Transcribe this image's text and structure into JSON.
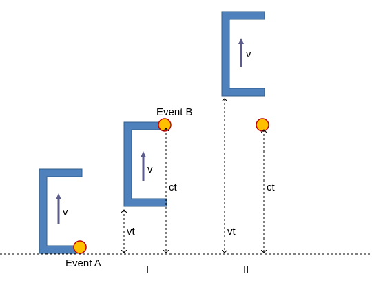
{
  "labels": {
    "event_a": "Event A",
    "event_b": "Event B",
    "velocity": "v",
    "light_distance": "ct",
    "frame_distance": "vt",
    "case_one": "I",
    "case_two": "II"
  },
  "colors": {
    "bracket_fill": "#4f81bd",
    "bracket_stroke": "#2f5d8a",
    "ball_fill": "#ffc000",
    "ball_stroke": "#c00000",
    "velocity_arrow": "#5b5b8c",
    "measure_line": "#000000"
  },
  "icons": {
    "bracket": "c-bracket-shape",
    "ball": "circle",
    "velocity_arrow": "up-arrow"
  }
}
